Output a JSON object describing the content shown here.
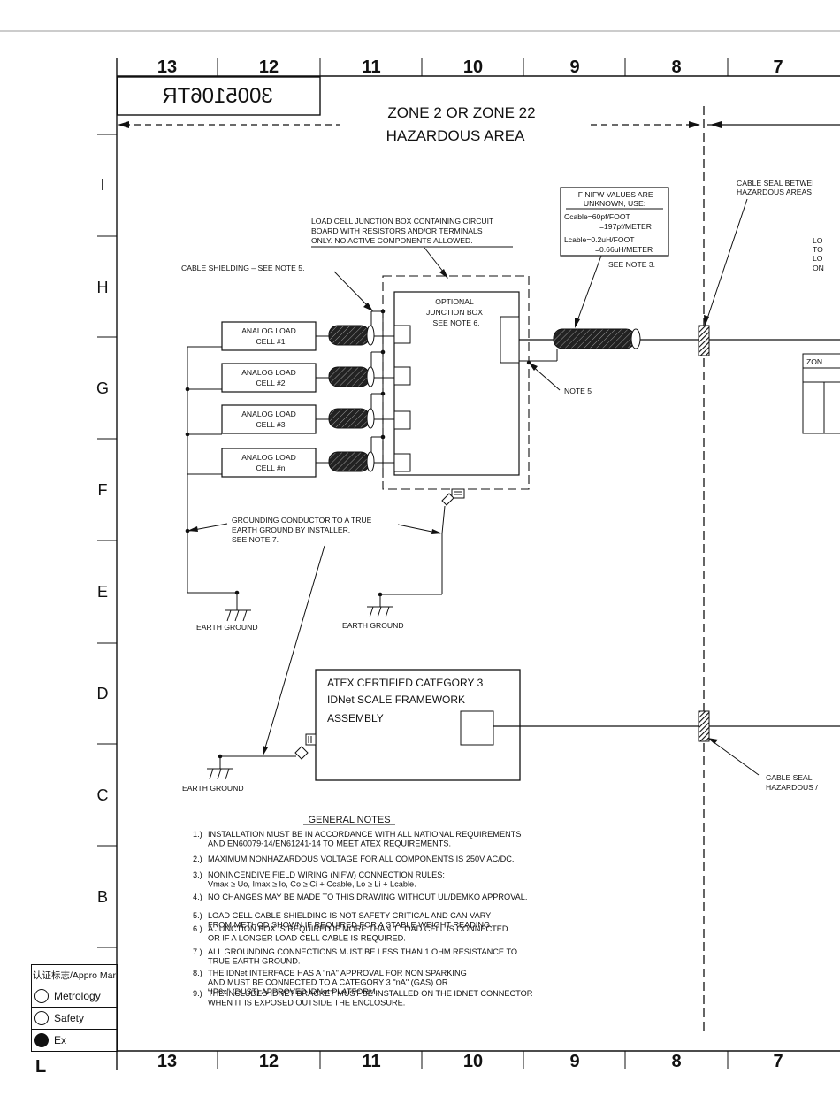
{
  "drawing_no_mirrored": "3005106TR",
  "column_labels": [
    "13",
    "12",
    "11",
    "10",
    "9",
    "8",
    "7"
  ],
  "row_labels": [
    "I",
    "H",
    "G",
    "F",
    "E",
    "D",
    "C",
    "B"
  ],
  "corner_mark": "L",
  "zone": {
    "line1": "ZONE  2 OR  ZONE 22",
    "line2": "HAZARDOUS  AREA"
  },
  "cable_seal_top": {
    "line1": "CABLE SEAL BETWEI",
    "line2": "HAZARDOUS AREAS"
  },
  "cable_seal_bottom": {
    "line1": "CABLE SEAL",
    "line2": "HAZARDOUS /"
  },
  "right_clip_upper": [
    "LO",
    "TO",
    "LO",
    "ON"
  ],
  "right_clip_zone": "ZON",
  "junction_callout": {
    "line1": "LOAD CELL JUNCTION BOX CONTAINING CIRCUIT",
    "line2": "BOARD WITH RESISTORS AND/OR TERMINALS",
    "line3": "ONLY. NO ACTIVE COMPONENTS ALLOWED."
  },
  "cable_shielding": "CABLE SHIELDING – SEE NOTE 5.",
  "optional_box": {
    "line1": "OPTIONAL",
    "line2": "JUNCTION BOX",
    "line3": "SEE NOTE 6."
  },
  "nifw_box": {
    "line1": "IF NIFW VALUES ARE",
    "line2": "UNKNOWN, USE:",
    "line3": "Ccable=60pf/FOOT",
    "line4": "=197pf/METER",
    "line5": "Lcable=0.2uH/FOOT",
    "line6": "=0.66uH/METER",
    "note": "SEE NOTE 3."
  },
  "load_cells": [
    {
      "line1": "ANALOG LOAD",
      "line2": "CELL #1"
    },
    {
      "line1": "ANALOG LOAD",
      "line2": "CELL #2"
    },
    {
      "line1": "ANALOG LOAD",
      "line2": "CELL #3"
    },
    {
      "line1": "ANALOG LOAD",
      "line2": "CELL #n"
    }
  ],
  "note5": "NOTE 5",
  "grounding": {
    "line1": "GROUNDING CONDUCTOR TO A TRUE",
    "line2": "EARTH GROUND BY INSTALLER.",
    "line3": "SEE NOTE 7."
  },
  "earth_ground": "EARTH GROUND",
  "atex_box": {
    "line1": "ATEX CERTIFIED CATEGORY 3",
    "line2": "IDNet SCALE FRAMEWORK",
    "line3": "ASSEMBLY"
  },
  "general_notes": {
    "title": "GENERAL NOTES",
    "items": [
      {
        "num": "1.)",
        "lines": [
          "INSTALLATION MUST BE IN ACCORDANCE WITH ALL NATIONAL REQUIREMENTS",
          "AND EN60079-14/EN61241-14 TO MEET ATEX REQUIREMENTS."
        ]
      },
      {
        "num": "2.)",
        "lines": [
          "MAXIMUM NONHAZARDOUS VOLTAGE FOR ALL COMPONENTS IS 250V AC/DC."
        ]
      },
      {
        "num": "3.)",
        "lines": [
          "NONINCENDIVE FIELD WIRING (NIFW) CONNECTION RULES:",
          "Vmax ≥ Uo, Imax ≥ Io, Co ≥ Ci + Ccable, Lo ≥ Li + Lcable."
        ]
      },
      {
        "num": "4.)",
        "lines": [
          "NO CHANGES MAY BE MADE TO THIS DRAWING WITHOUT UL/DEMKO APPROVAL."
        ]
      },
      {
        "num": "5.)",
        "lines": [
          "LOAD CELL CABLE SHIELDING IS NOT SAFETY CRITICAL AND CAN VARY",
          "FROM METHOD SHOWN IF REQUIRED FOR A STABLE WEIGHT READING."
        ]
      },
      {
        "num": "6.)",
        "lines": [
          "A JUNCTION BOX IS REQUIRED IF MORE THAN 1 LOAD CELL IS CONNECTED",
          "OR IF A LONGER LOAD CELL CABLE IS REQUIRED."
        ]
      },
      {
        "num": "7.)",
        "lines": [
          "ALL GROUNDING CONNECTIONS MUST BE LESS THAN 1 OHM RESISTANCE TO",
          "TRUE EARTH GROUND."
        ]
      },
      {
        "num": "8.)",
        "lines": [
          "THE IDNet INTERFACE HAS A \"nA\" APPROVAL FOR NON SPARKING",
          "AND MUST BE CONNECTED TO A CATEGORY 3 \"nA\" (GAS) OR",
          "\"IP6x\" (DUST) APPROVED IDNet PLATFORM."
        ]
      },
      {
        "num": "9.)",
        "lines": [
          "THE INCLUDED IDNET BRACKET MUST BE INSTALLED ON THE IDNET CONNECTOR",
          "WHEN IT IS EXPOSED OUTSIDE THE ENCLOSURE."
        ]
      }
    ]
  },
  "legend": {
    "header": "认证标志/Appro Mark",
    "rows": [
      {
        "label": "Metrology",
        "filled": false
      },
      {
        "label": "Safety",
        "filled": false
      },
      {
        "label": "Ex",
        "filled": true
      }
    ]
  }
}
